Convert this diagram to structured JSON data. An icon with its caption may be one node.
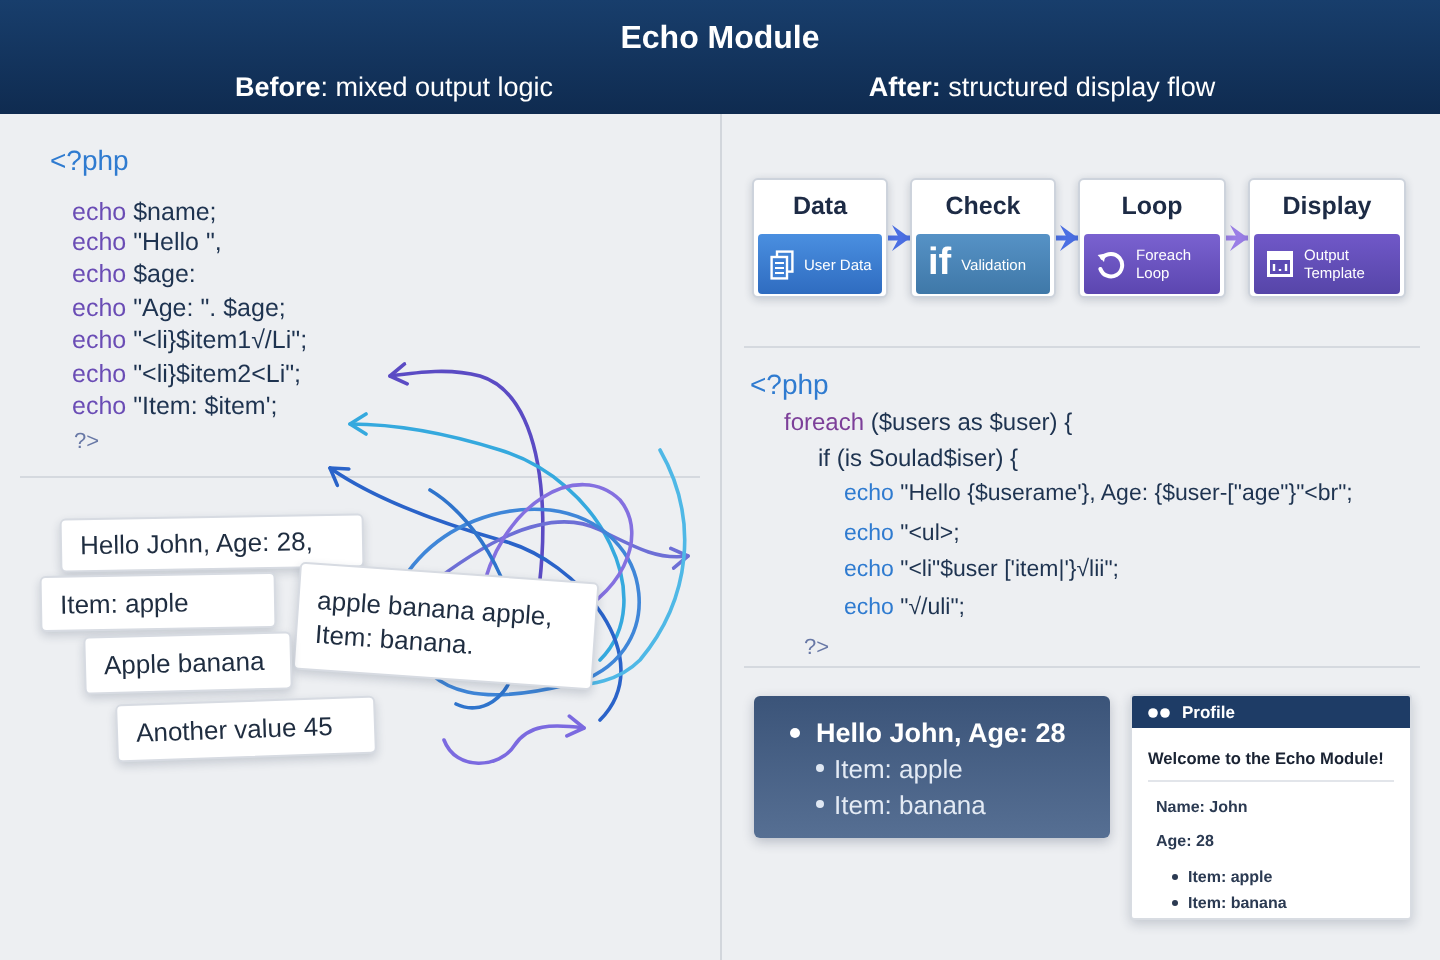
{
  "diagram": {
    "title": "Echo Module",
    "nodes": [
      {
        "text": [
          "Hello John, Age: 28,"
        ]
      },
      {
        "text": [
          "Item: apple"
        ]
      },
      {
        "text": [
          "apple banana apple, Item: banana."
        ]
      },
      {
        "text": [
          "Apple banana"
        ]
      },
      {
        "text": [
          "Another value 45"
        ]
      },
      {
        "text": [
          "Data"
        ]
      },
      {
        "text": [
          "User Data"
        ],
        "in": 5
      },
      {
        "text": [
          "Check"
        ]
      },
      {
        "text": [
          "if",
          "Validation"
        ],
        "in": 7
      },
      {
        "text": [
          "Loop"
        ]
      },
      {
        "text": [
          "Foreach Loop"
        ],
        "in": 9
      },
      {
        "text": [
          "Display"
        ]
      },
      {
        "text": [
          "Output Template"
        ],
        "in": 11
      },
      {
        "text": [
          "Hello John, Age: 28",
          "Item: apple",
          "Item: banana"
        ]
      },
      {
        "text": [
          "Profile",
          "Welcome to the Echo Module!",
          "Name: John",
          "Age: 28",
          "Item: apple",
          "Item: banana"
        ]
      }
    ],
    "edges": [
      {
        "from": 5,
        "to": 7,
        "arrow": "to"
      },
      {
        "from": 7,
        "to": 9,
        "arrow": "to"
      },
      {
        "from": 9,
        "to": 11,
        "arrow": "to",
        "color": "#9a7ee6"
      }
    ],
    "labels": [
      "**Before**: mixed output logic",
      "**After:** structured display flow",
      "<?php",
      "echo $name;",
      "echo \"Hello \",",
      "echo $age:",
      "echo \"Age: \". $age;",
      "echo \"<li}$item1√/Li\";",
      "echo \"<li}$item2<Li\";",
      "echo \"Item: $item';",
      "?>",
      "<?php",
      "foreach ($users as $user) {",
      "if (is Soulad$iser) {",
      "echo \"Hello {$userame'}, Age: {$user-[\"age\"}\"<br\";",
      "echo \"<ul>;",
      "echo \"<li\"$user ['item|'}√lii\";",
      "echo \"√/uli\";",
      "?>"
    ]
  }
}
